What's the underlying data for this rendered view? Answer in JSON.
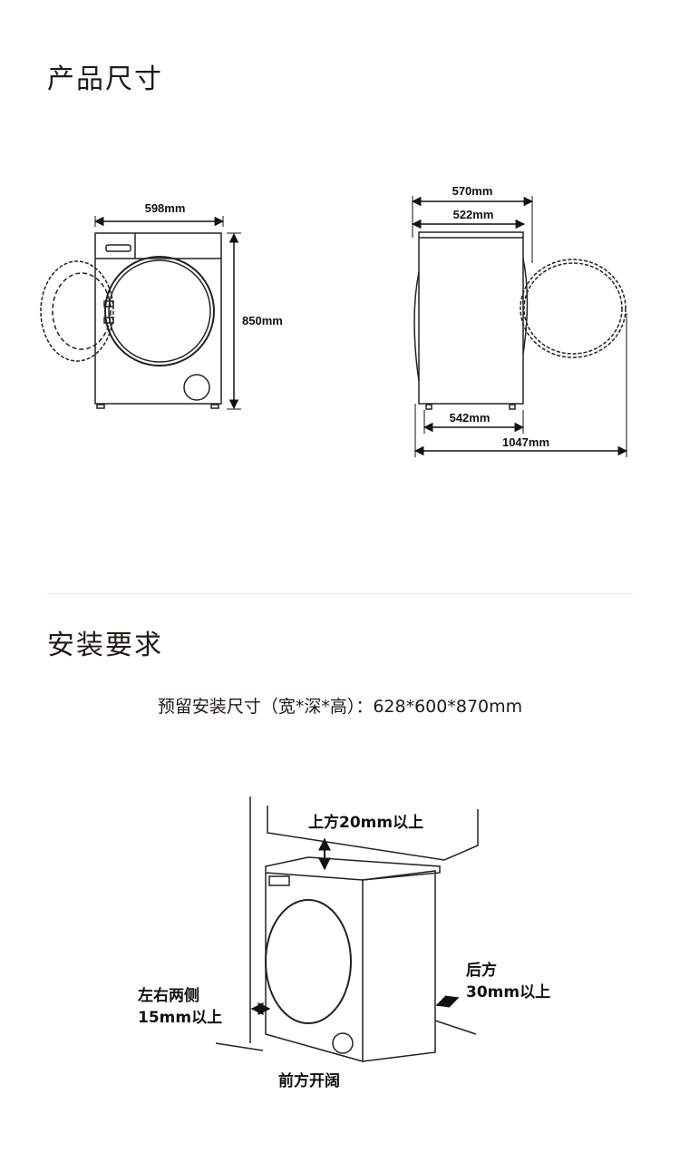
{
  "sections": {
    "dimensions_title": "产品尺寸",
    "install_title": "安装要求"
  },
  "front_view": {
    "width": "598mm",
    "height": "850mm"
  },
  "side_view": {
    "depth_total": "570mm",
    "depth_body": "522mm",
    "depth_base": "542mm",
    "depth_door_open": "1047mm"
  },
  "install": {
    "reserved_size": "预留安装尺寸（宽*深*高）：628*600*870mm",
    "top_clearance": "上方20mm以上",
    "side_clearance_line1": "左右两侧",
    "side_clearance_line2": "15mm以上",
    "back_clearance_line1": "后方",
    "back_clearance_line2": "30mm以上",
    "front_label": "前方开阔"
  }
}
